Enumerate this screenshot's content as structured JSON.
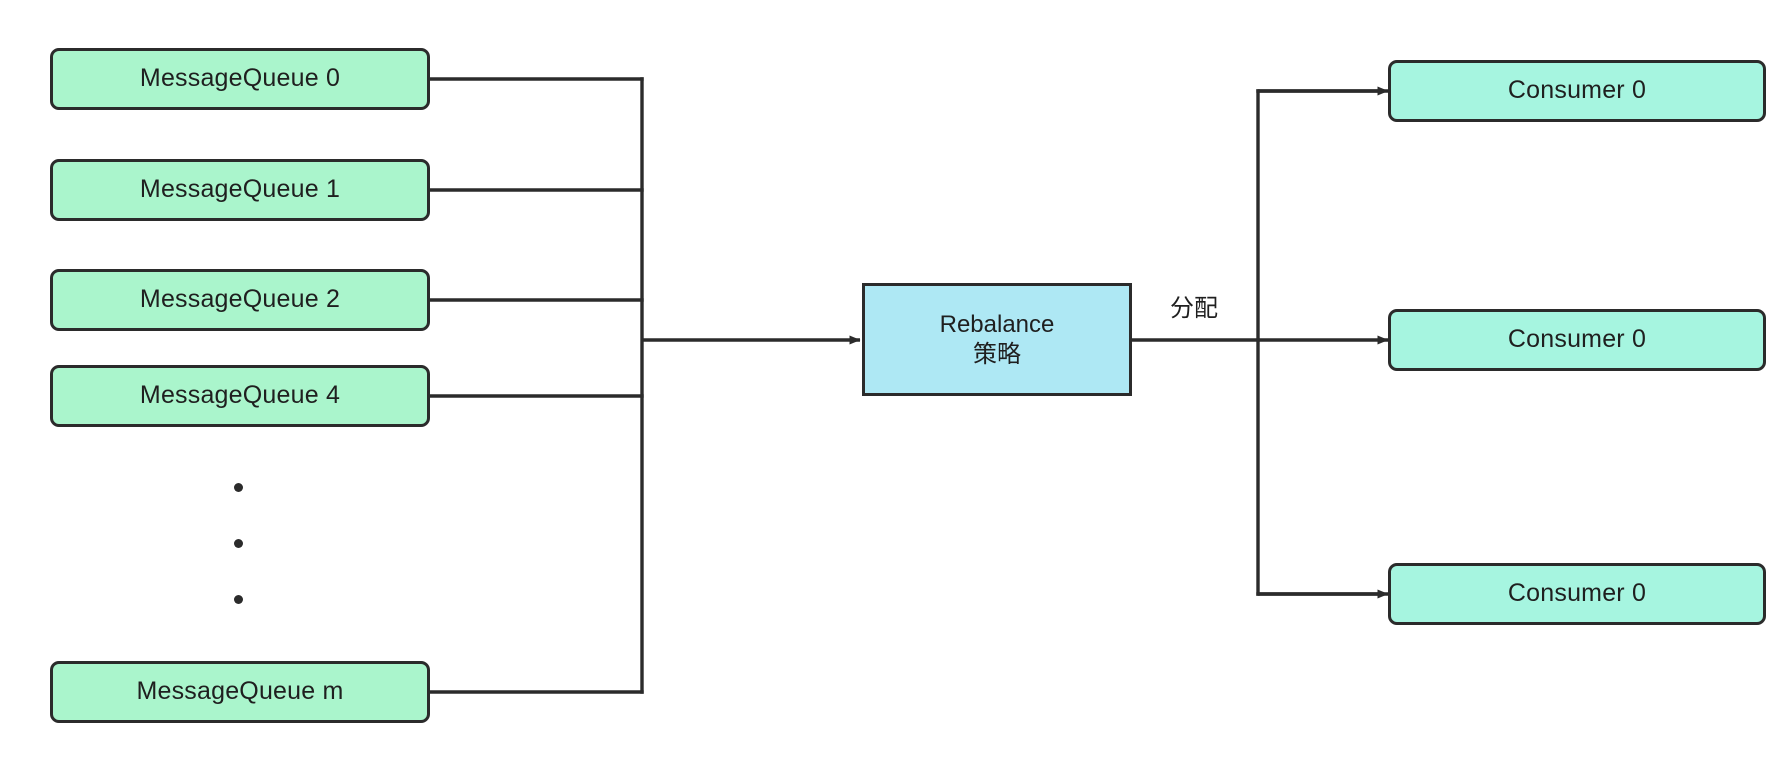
{
  "diagram": {
    "title": "RocketMQ Rebalance allocation diagram",
    "background": "#ffffff",
    "line_color": "#2b2b2b",
    "colors": {
      "queue_fill": "#aaf5cc",
      "consumer_fill": "#a6f5e0",
      "strategy_fill": "#aee8f4",
      "border": "#2b2b2b",
      "text": "#1f1f1f"
    }
  },
  "queues": [
    {
      "label": "MessageQueue 0"
    },
    {
      "label": "MessageQueue 1"
    },
    {
      "label": "MessageQueue 2"
    },
    {
      "label": "MessageQueue 4"
    },
    {
      "label": "MessageQueue m"
    }
  ],
  "ellipsis": {
    "dots": 3
  },
  "strategy": {
    "line1": "Rebalance",
    "line2": "策略"
  },
  "edges": {
    "allocate_label": "分配"
  },
  "consumers": [
    {
      "label": "Consumer 0"
    },
    {
      "label": "Consumer 0"
    },
    {
      "label": "Consumer 0"
    }
  ]
}
